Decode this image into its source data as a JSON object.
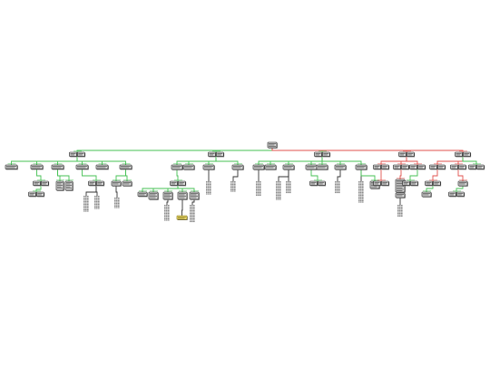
{
  "diagram": {
    "type": "tree",
    "background": "#ffffff",
    "colors": {
      "node_fill": "#d9d9d9",
      "node_border": "#111111",
      "node_dark": "#2b2b2b",
      "highlight_fill": "#f2e27a",
      "highlight_border": "#7a6a00",
      "edge_neutral": "#333333",
      "edge_green": "#44c053",
      "edge_red": "#e0524c",
      "leaf_cluster": "#8a8a8a"
    },
    "root": {
      "label": ""
    },
    "branches": [
      {
        "color": "green",
        "children": 6
      },
      {
        "color": "green",
        "children": 9
      },
      {
        "color": "green",
        "children": 5
      },
      {
        "color": "red",
        "children": 3
      },
      {
        "color": "red",
        "children": 4
      }
    ],
    "highlighted_nodes": 1
  }
}
